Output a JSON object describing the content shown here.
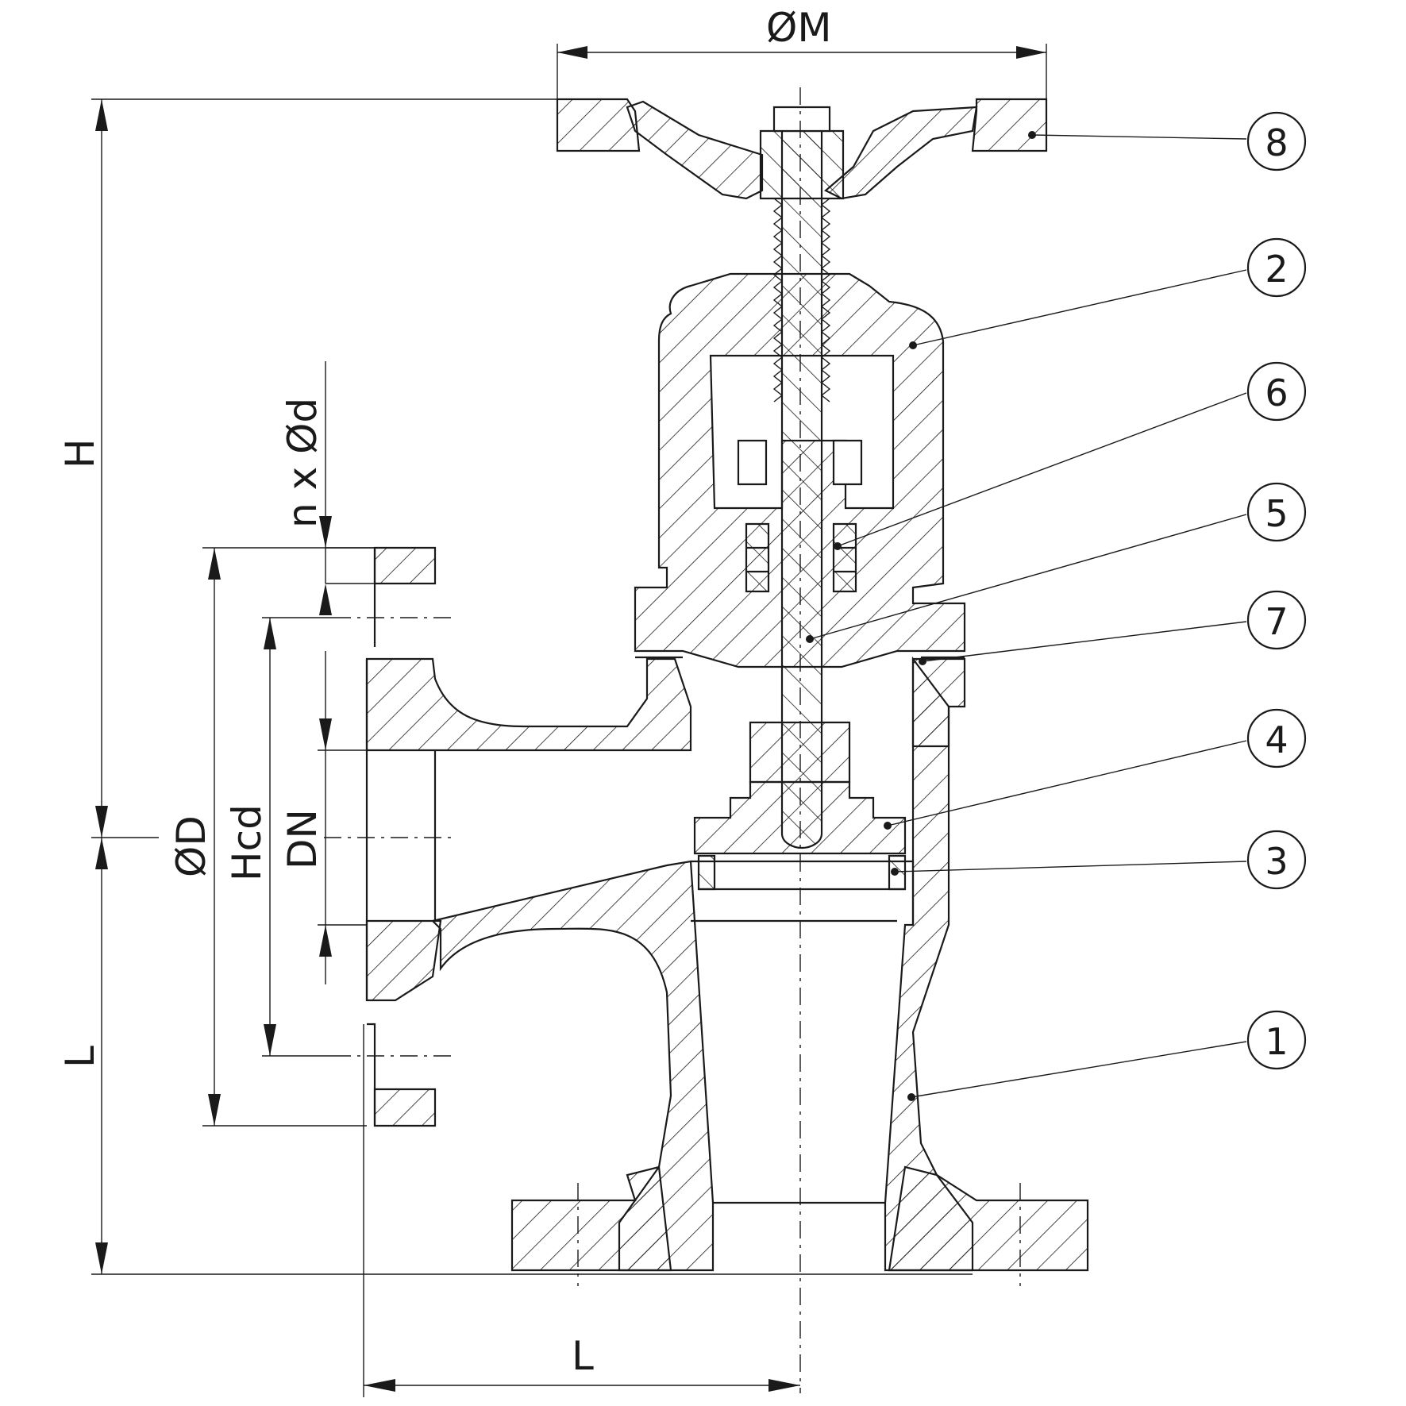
{
  "dimensions": {
    "phi_M": "ØM",
    "H": "H",
    "L_vertical": "L",
    "L_horizontal": "L",
    "phi_D": "ØD",
    "Hcd": "Hcd",
    "DN": "DN",
    "n_x_phi_d": "n x Ød"
  },
  "callouts": [
    "8",
    "2",
    "6",
    "5",
    "7",
    "4",
    "3",
    "1"
  ]
}
